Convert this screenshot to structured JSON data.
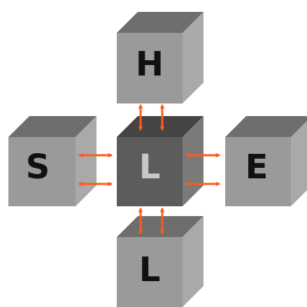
{
  "blocks": {
    "top": {
      "letter": "H",
      "letter_color": "#111111"
    },
    "left": {
      "letter": "S",
      "letter_color": "#111111"
    },
    "center": {
      "letter": "L",
      "letter_color": "#c8c8c8"
    },
    "right": {
      "letter": "E",
      "letter_color": "#111111"
    },
    "bottom": {
      "letter": "L",
      "letter_color": "#111111"
    }
  },
  "colors": {
    "outer_front": "#9a9a9a",
    "outer_top": "#6e6e6e",
    "outer_side": "#a9a9a9",
    "center_front": "#5c5c5c",
    "center_top": "#444444",
    "center_side": "#7a7a7a",
    "arrow_fill": "#ff5a1f",
    "arrow_outline": "#c0c0c0"
  },
  "connections": [
    {
      "from": "center",
      "to": "top",
      "arrows": 2,
      "direction": "bidirectional"
    },
    {
      "from": "center",
      "to": "left",
      "arrows": 2,
      "direction": "bidirectional"
    },
    {
      "from": "center",
      "to": "right",
      "arrows": 2,
      "direction": "bidirectional"
    },
    {
      "from": "center",
      "to": "bottom",
      "arrows": 2,
      "direction": "bidirectional"
    }
  ]
}
